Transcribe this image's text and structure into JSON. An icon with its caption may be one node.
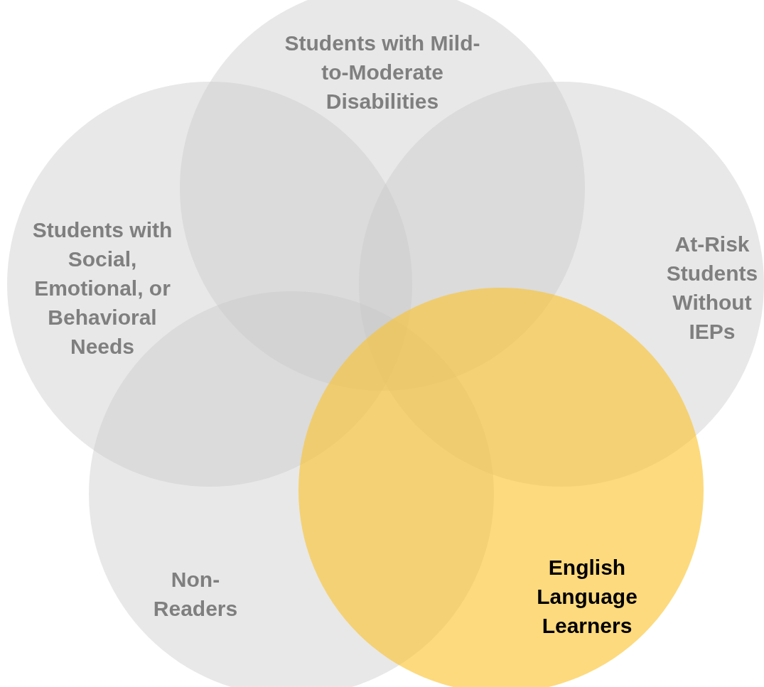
{
  "diagram": {
    "nodes": [
      {
        "text": [
          "Students with Mild-to-Moderate Disabilities"
        ]
      },
      {
        "text": [
          "Students with Social, Emotional, or Behavioral Needs"
        ]
      },
      {
        "text": [
          "At-Risk Students Without IEPs"
        ]
      },
      {
        "text": [
          "Non-Readers"
        ]
      },
      {
        "text": [
          "English Language Learners"
        ]
      }
    ]
  }
}
